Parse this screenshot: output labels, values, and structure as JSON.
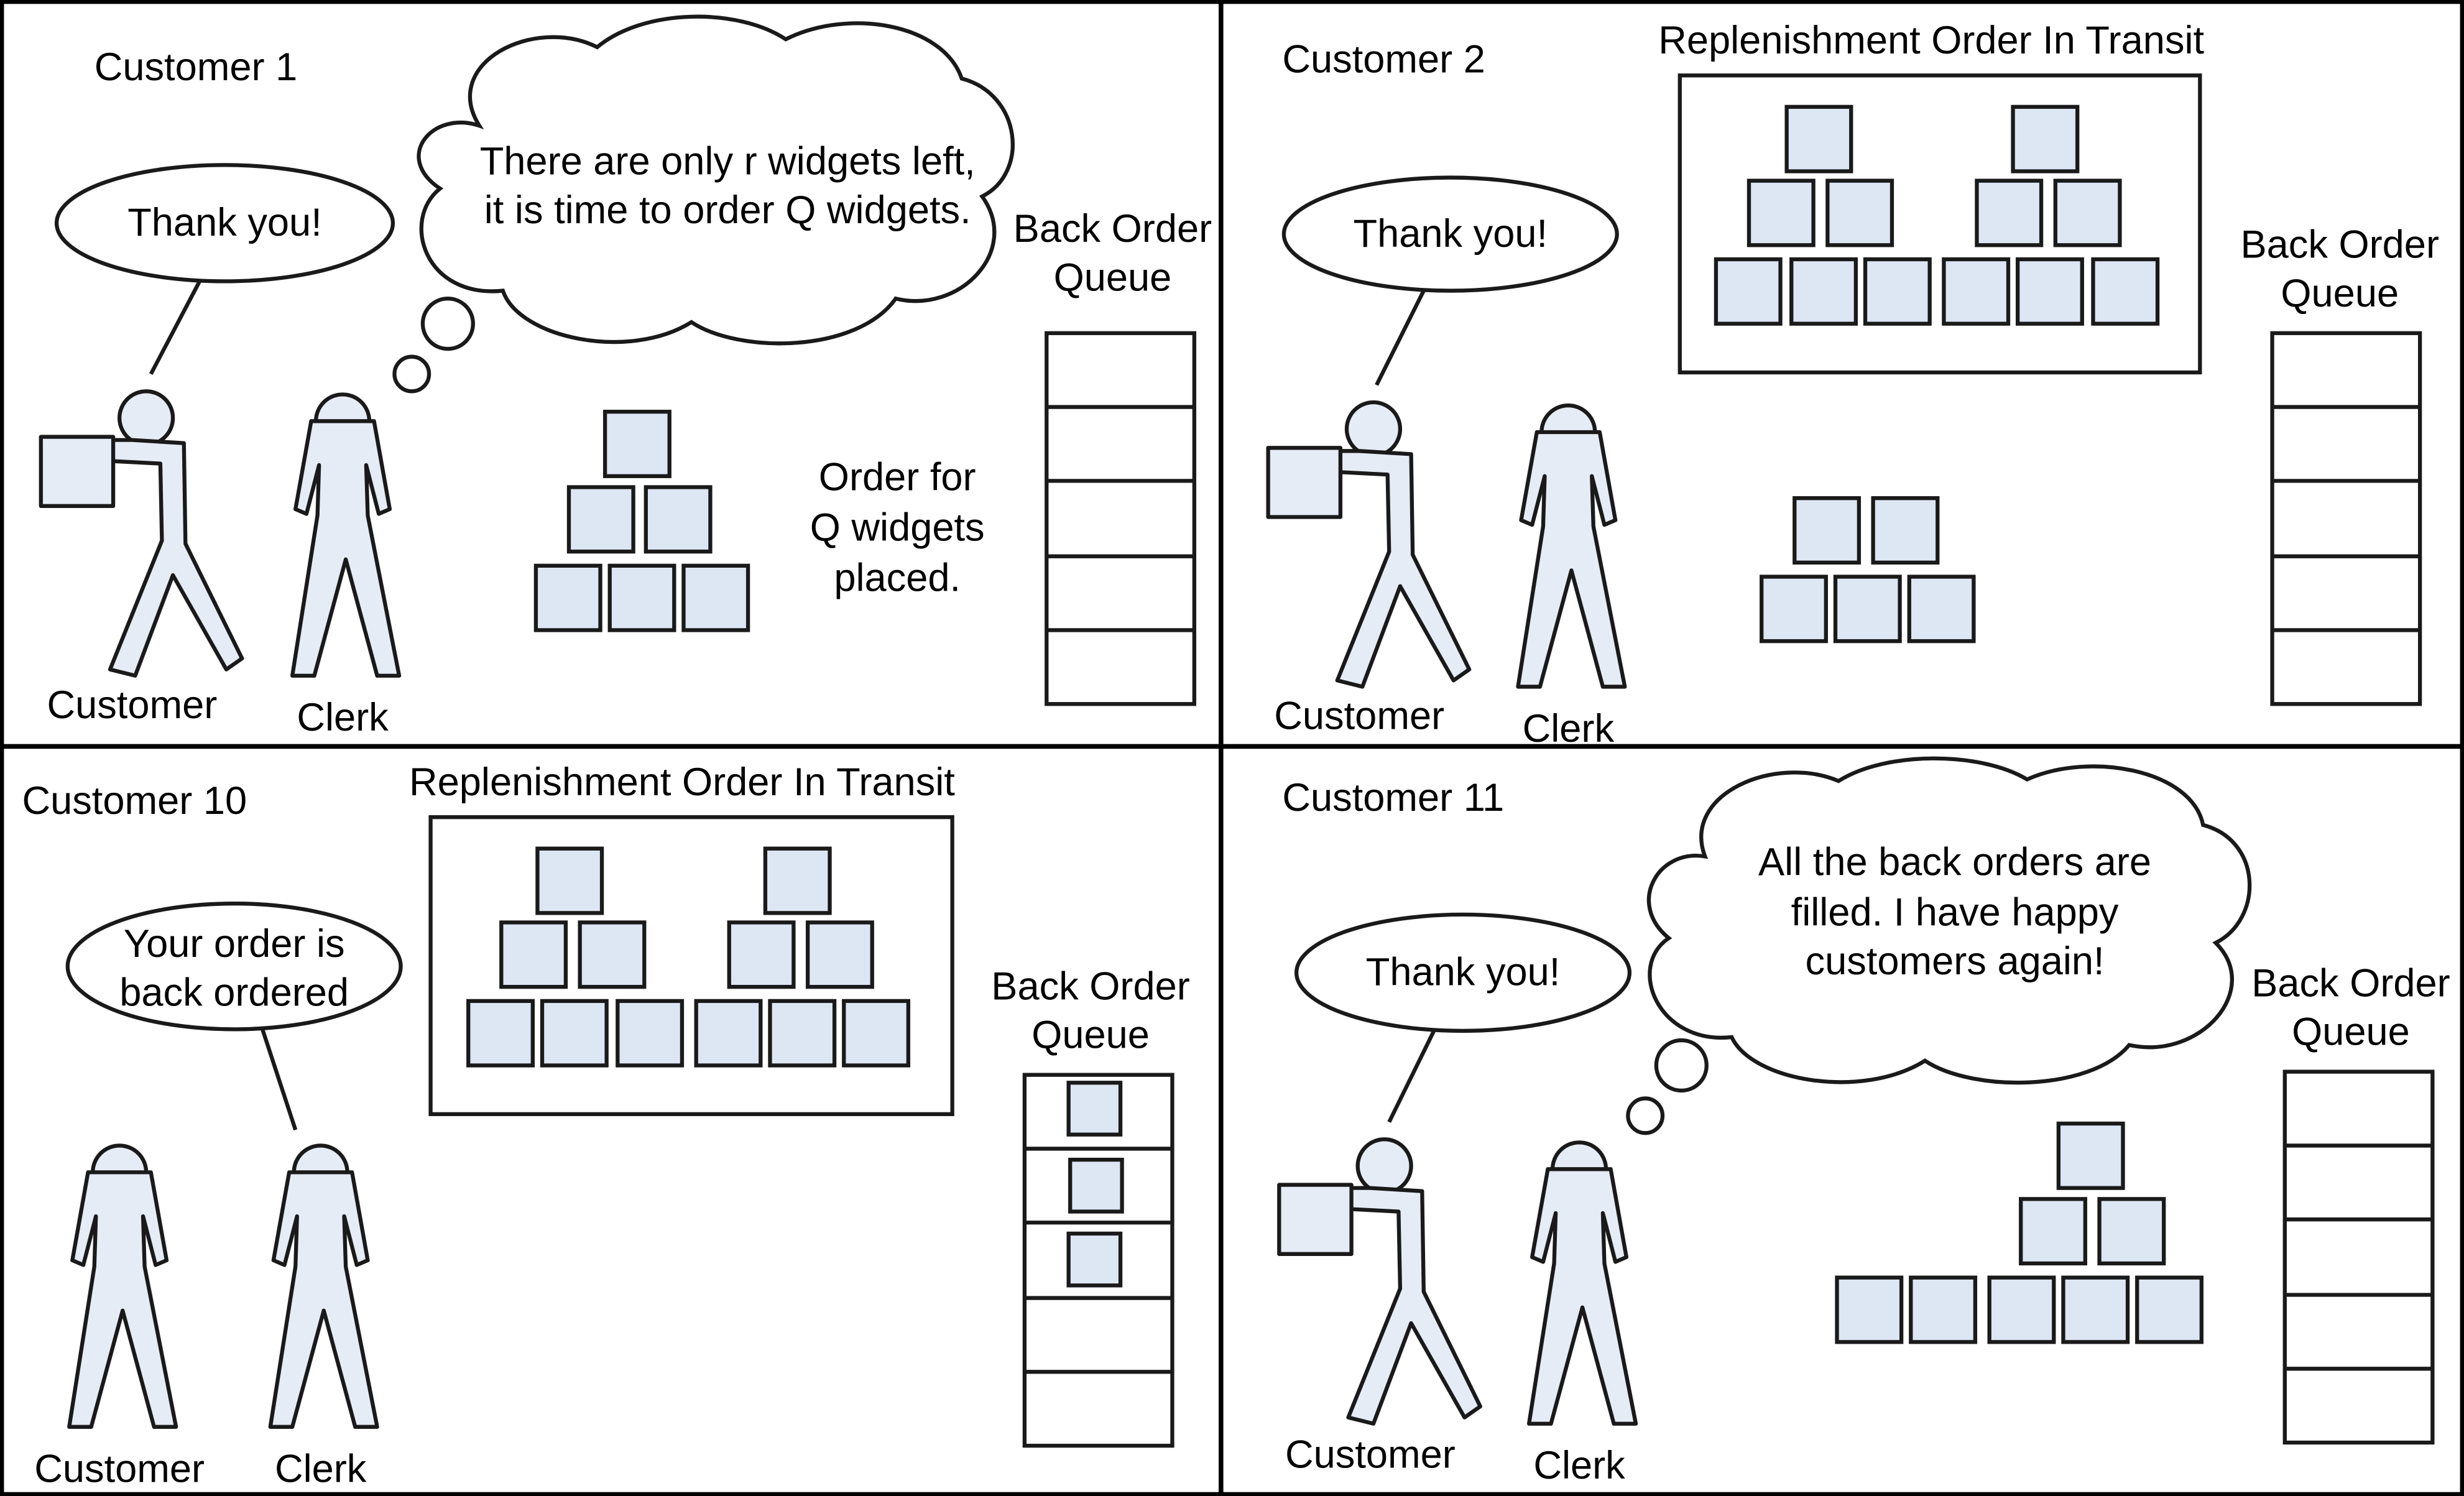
{
  "panels": {
    "p1": {
      "title": "Customer 1",
      "speech": "Thank you!",
      "thought": [
        "There are only r widgets left,",
        "it is time to order Q widgets."
      ],
      "order_note": [
        "Order for",
        "Q widgets",
        "placed."
      ],
      "queue_label": [
        "Back Order",
        "Queue"
      ],
      "customer_label": "Customer",
      "clerk_label": "Clerk",
      "queue_items": 0
    },
    "p2": {
      "title": "Customer 2",
      "transit_label": "Replenishment Order In Transit",
      "speech": "Thank you!",
      "queue_label": [
        "Back Order",
        "Queue"
      ],
      "customer_label": "Customer",
      "clerk_label": "Clerk",
      "queue_items": 0
    },
    "p3": {
      "title": "Customer 10",
      "transit_label": "Replenishment Order In Transit",
      "speech": [
        "Your order is",
        "back ordered"
      ],
      "queue_label": [
        "Back Order",
        "Queue"
      ],
      "customer_label": "Customer",
      "clerk_label": "Clerk",
      "queue_items": 3
    },
    "p4": {
      "title": "Customer 11",
      "speech": "Thank you!",
      "thought": [
        "All the back orders are",
        "filled.  I have happy",
        "customers again!"
      ],
      "queue_label": [
        "Back Order",
        "Queue"
      ],
      "customer_label": "Customer",
      "clerk_label": "Clerk",
      "queue_items": 0
    }
  }
}
